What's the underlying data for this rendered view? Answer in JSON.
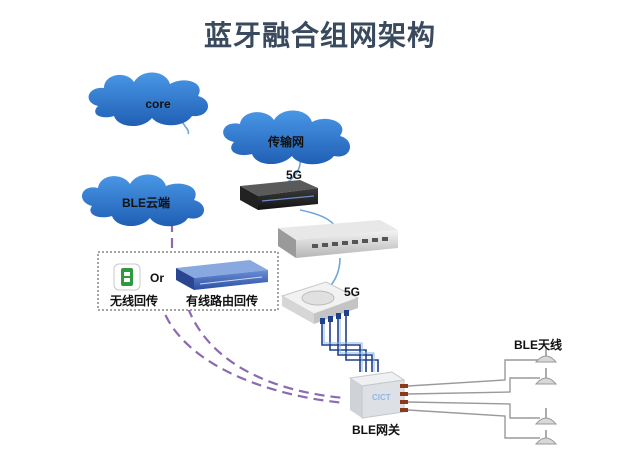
{
  "title": "蓝牙融合组网架构",
  "clouds": {
    "core": "core",
    "transport": "传输网",
    "ble_cloud": "BLE云端"
  },
  "labels": {
    "fiveg_top": "5G",
    "fiveg_mid": "5G",
    "or": "Or",
    "wireless_backhaul": "无线回传",
    "wired_backhaul": "有线路由回传",
    "ble_antenna": "BLE天线",
    "ble_gateway": "BLE网关",
    "gateway_logo": "CICT"
  },
  "colors": {
    "cloud": "#2e7bd0",
    "link": "#6ea6d8",
    "dashed": "#8a6ab0",
    "cable": "#1f3f8f",
    "gateway_cable": "#7a2a10"
  }
}
